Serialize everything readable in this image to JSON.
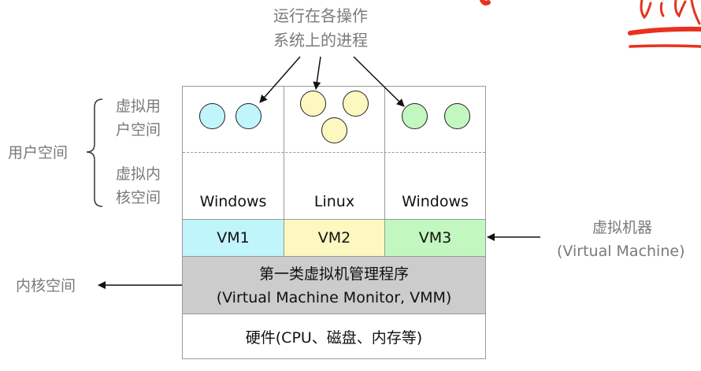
{
  "annotation": {
    "processes_label_line1": "运行在各操作",
    "processes_label_line2": "系统上的进程",
    "handwriting_color": "#e8321e"
  },
  "left_labels": {
    "user_space": "用户空间",
    "virtual_user_space_line1": "虚拟用",
    "virtual_user_space_line2": "户空间",
    "virtual_kernel_space_line1": "虚拟内",
    "virtual_kernel_space_line2": "核空间",
    "kernel_space": "内核空间"
  },
  "right_labels": {
    "virtual_machine_cn": "虚拟机器",
    "virtual_machine_en": "(Virtual Machine)"
  },
  "guest_os": [
    {
      "name": "Windows",
      "vm": "VM1",
      "color": "#c0f5fb",
      "process_count": 2
    },
    {
      "name": "Linux",
      "vm": "VM2",
      "color": "#fdf8c0",
      "process_count": 3
    },
    {
      "name": "Windows",
      "vm": "VM3",
      "color": "#c2f8c0",
      "process_count": 2
    }
  ],
  "hypervisor": {
    "line1": "第一类虚拟机管理程序",
    "line2": "(Virtual Machine Monitor, VMM)",
    "color": "#cccccc"
  },
  "hardware": {
    "label": "硬件(CPU、磁盘、内存等)"
  }
}
